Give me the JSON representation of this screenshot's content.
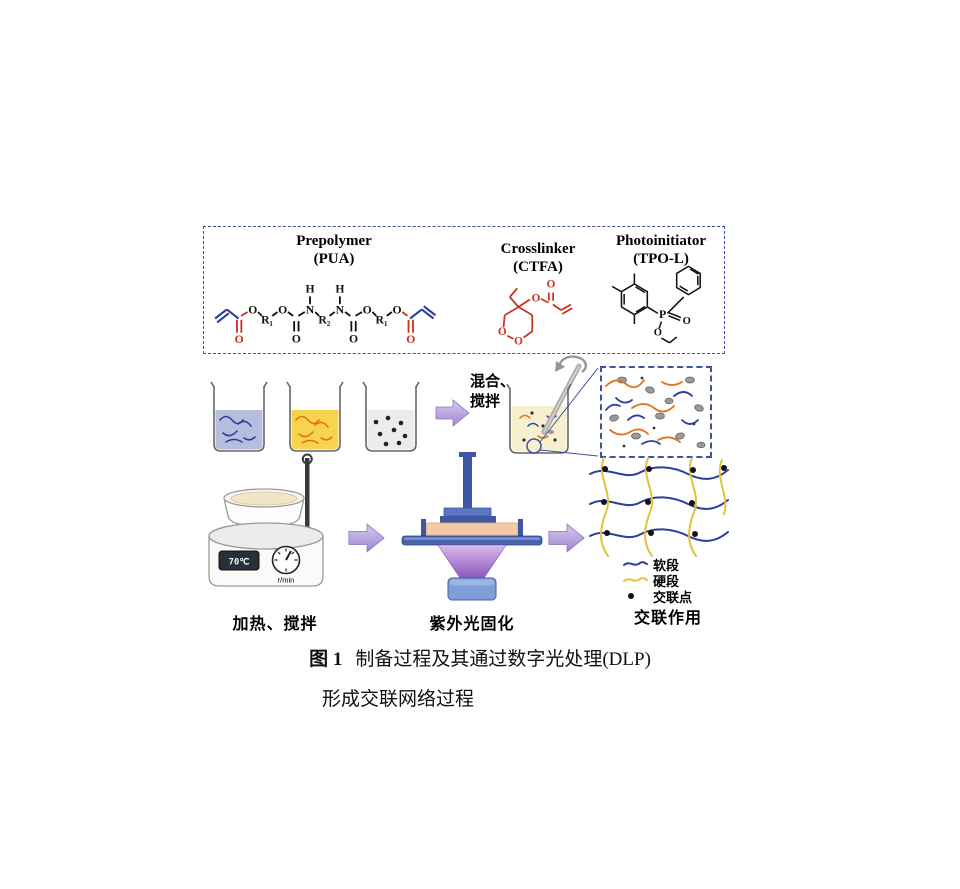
{
  "colors": {
    "frame_blue": "#3f51a5",
    "soft_segment_blue": "#2d3f9e",
    "hard_segment_yellow": "#e3c23c",
    "acrylate_red": "#c8321f",
    "vinyl_blue": "#2d3f9e",
    "arrow_purple": "#b49ddb",
    "resin_tan": "#f2cba6",
    "cone_purple": "#8a56bd"
  },
  "components_box": {
    "prepolymer_title": "Prepolymer",
    "prepolymer_subtitle": "(PUA)",
    "crosslinker_title": "Crosslinker",
    "crosslinker_subtitle": "(CTFA)",
    "photoinitiator_title": "Photoinitiator",
    "photoinitiator_subtitle": "(TPO-L)"
  },
  "chem": {
    "labels": {
      "O": "O",
      "N": "N",
      "H": "H",
      "R1": "R₁",
      "R2": "R₂",
      "P": "P"
    }
  },
  "process": {
    "mix_line1": "混合、",
    "mix_line2": "搅拌",
    "heat_label": "加热、搅拌",
    "uv_label": "紫外光固化",
    "crosslink_label": "交联作用"
  },
  "hotplate": {
    "temperature": "70℃",
    "dial_unit": "r/min"
  },
  "legend": {
    "soft": "软段",
    "hard": "硬段",
    "node": "交联点"
  },
  "caption": {
    "label": "图 1",
    "line1": "制备过程及其通过数字光处理(DLP)",
    "line2": "形成交联网络过程"
  }
}
